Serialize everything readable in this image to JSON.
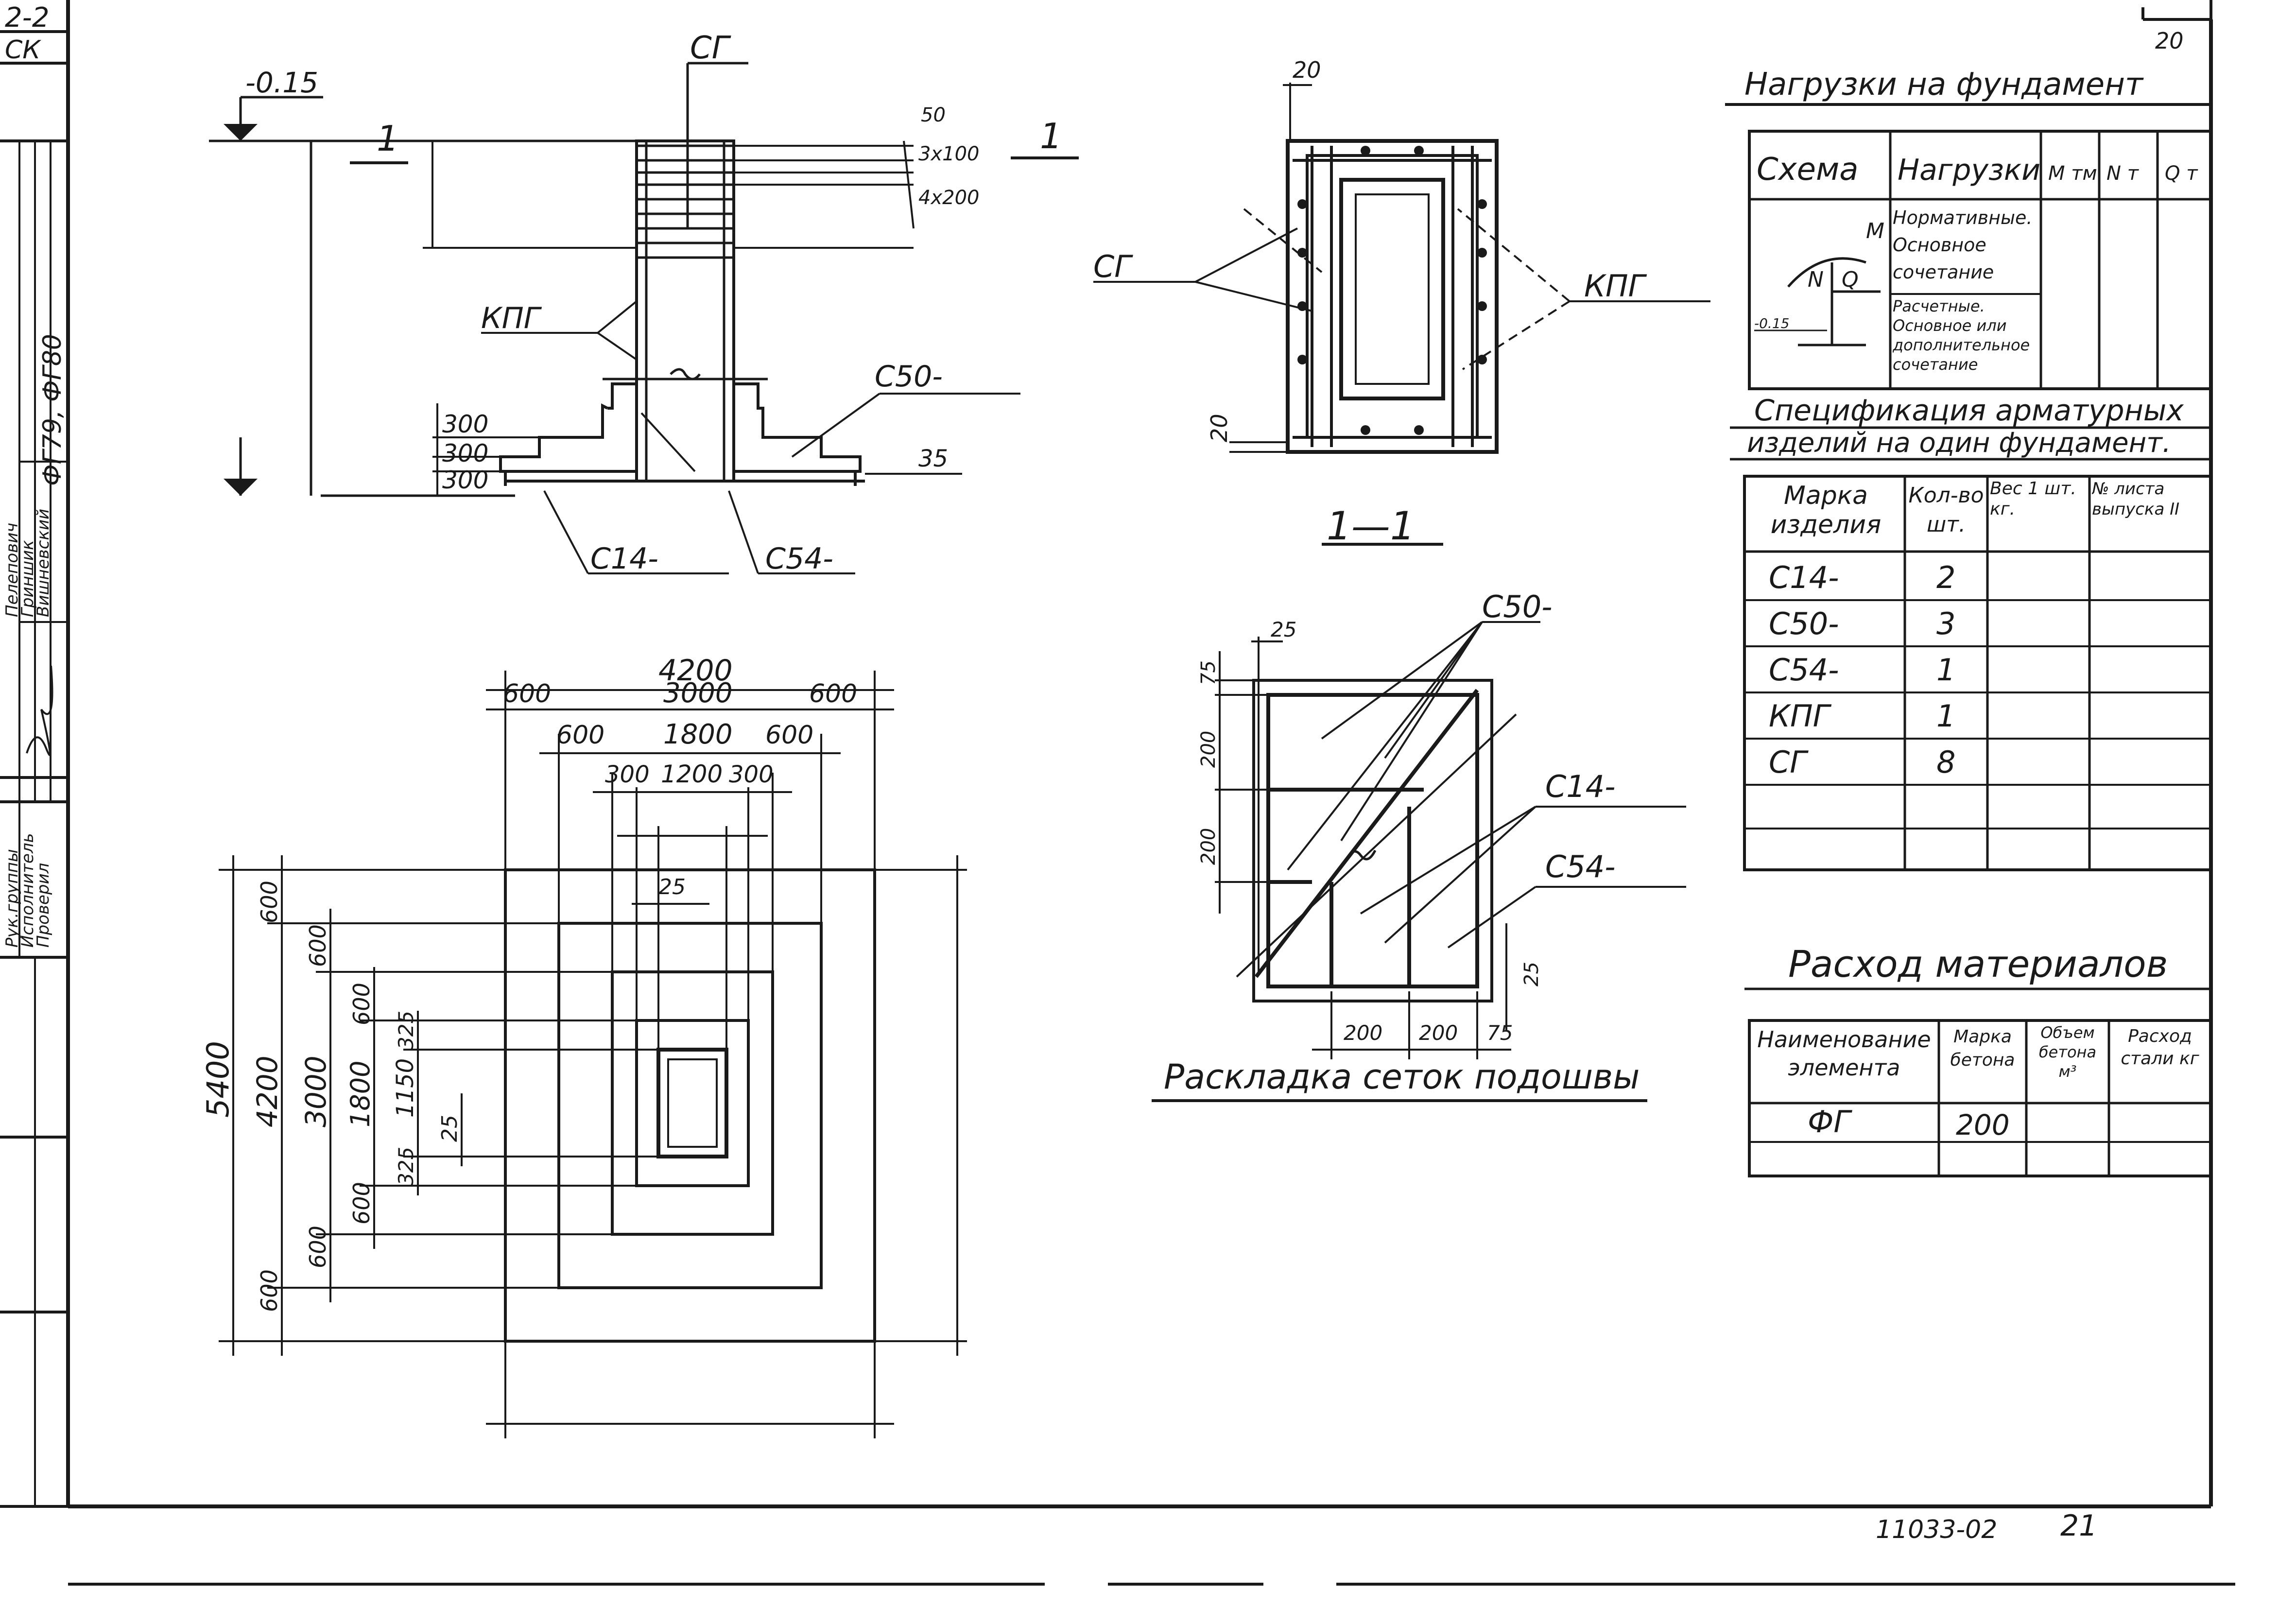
{
  "stamp": {
    "sheet_code": "2-2",
    "series_code": "СК",
    "marks": "ФГ79, ФГ80",
    "rows": [
      "Рук.группы",
      "Исполнитель",
      "Проверил"
    ],
    "names": [
      "Пелепович",
      "Гриншик",
      "Вишневский"
    ]
  },
  "section_2_2": {
    "elev_top": "-0.15",
    "col_label": "СГ",
    "cut_label_left": "1",
    "cut_label_right": "1",
    "dim_50": "50",
    "dim_3x100": "3x100",
    "dim_4x200": "4x200",
    "kpg_label": "КПГ",
    "c50_label": "С50-",
    "c14_label": "С14-",
    "c54_label": "С54-",
    "step1": "300",
    "step2": "300",
    "step3": "300",
    "dim_35": "35"
  },
  "section_1_1": {
    "sg_label": "СГ",
    "kpg_label": "КПГ",
    "dim_top": "20",
    "dim_bottom": "20",
    "title": "1—1"
  },
  "plan": {
    "w_total": "4200",
    "w_600a": "600",
    "w_3000": "3000",
    "w_600b": "600",
    "w_600c": "600",
    "w_1800": "1800",
    "w_600d": "600",
    "w_300a": "300",
    "w_1200": "1200",
    "w_300b": "300",
    "w_25": "25",
    "h_5400": "5400",
    "h_4200": "4200",
    "h_3000": "3000",
    "h_1800": "1800",
    "h_1150": "1150",
    "h_600a": "600",
    "h_600b": "600",
    "h_600c": "600",
    "h_325a": "325",
    "h_325b": "325",
    "h_25": "25",
    "h_600d": "600",
    "h_600e": "600",
    "h_600f": "600"
  },
  "mesh": {
    "c50_label": "С50-",
    "c14_label": "С14-",
    "c54_label": "С54-",
    "d25_top": "25",
    "d75": "75",
    "d200a": "200",
    "d200b": "200",
    "d25_right": "25",
    "d200_bot_a": "200",
    "d200_bot_b": "200",
    "d75_bot": "75",
    "title": "Раскладка сеток подошвы"
  },
  "loads_table": {
    "title": "Нагрузки на фундамент",
    "headers": [
      "Схема",
      "Нагрузки",
      "М тм",
      "N т",
      "Q т"
    ],
    "row1": "Нормативные. Основное сочетание",
    "row2": "Расчетные. Основное или дополнительное сочетание",
    "elev": "-0.15",
    "m": "M",
    "n": "N",
    "q": "Q"
  },
  "spec_table": {
    "title_line1": "Спецификация арматурных",
    "title_line2": "изделий на один фундамент.",
    "headers": [
      "Марка изделия",
      "Кол-во шт.",
      "Вес 1 шт. кг.",
      "№ листа выпуска II"
    ],
    "rows": [
      {
        "mark": "С14-",
        "qty": "2"
      },
      {
        "mark": "С50-",
        "qty": "3"
      },
      {
        "mark": "С54-",
        "qty": "1"
      },
      {
        "mark": "КПГ",
        "qty": "1"
      },
      {
        "mark": "СГ",
        "qty": "8"
      }
    ]
  },
  "material_table": {
    "title": "Расход материалов",
    "headers": [
      "Наименование элемента",
      "Марка бетона",
      "Объем бетона м³",
      "Расход стали кг"
    ],
    "row": {
      "element": "ФГ",
      "grade": "200"
    }
  },
  "footer": {
    "doc_number": "11033-02",
    "page": "21",
    "corner": "20"
  }
}
